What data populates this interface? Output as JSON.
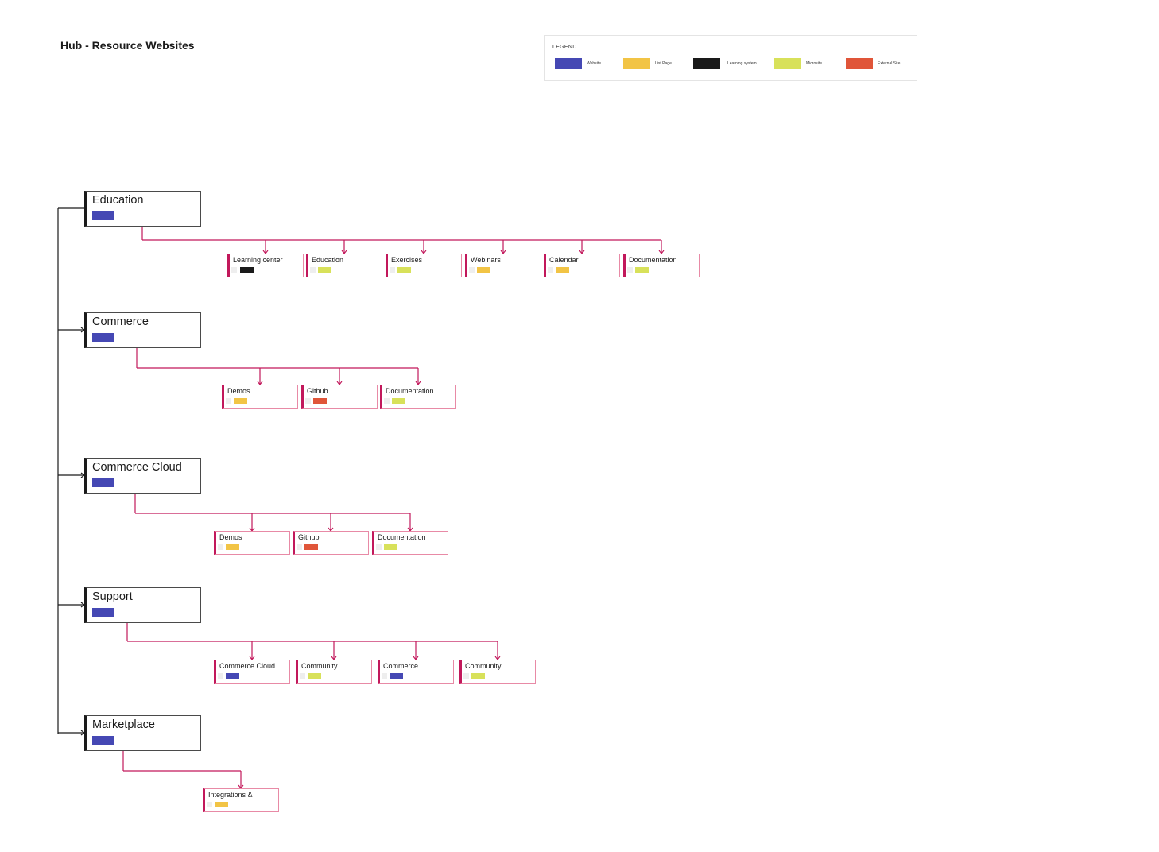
{
  "title": "Hub - Resource Websites",
  "legend": {
    "title": "LEGEND",
    "items": [
      {
        "label": "Website",
        "color": "#4548b4"
      },
      {
        "label": "List Page",
        "color": "#f2c445"
      },
      {
        "label": "Learning system",
        "color": "#1a1a1a"
      },
      {
        "label": "Microsite",
        "color": "#d8e15a"
      },
      {
        "label": "External Site",
        "color": "#e05539"
      }
    ]
  },
  "categories": [
    {
      "label": "Education",
      "color": "#4548b4",
      "children": [
        {
          "label": "Learning center",
          "color": "#1a1a1a"
        },
        {
          "label": "Education",
          "color": "#d8e15a"
        },
        {
          "label": "Exercises",
          "color": "#d8e15a"
        },
        {
          "label": "Webinars",
          "color": "#f2c445"
        },
        {
          "label": "Calendar",
          "color": "#f2c445"
        },
        {
          "label": "Documentation",
          "color": "#d8e15a"
        }
      ]
    },
    {
      "label": "Commerce",
      "color": "#4548b4",
      "children": [
        {
          "label": "Demos",
          "color": "#f2c445"
        },
        {
          "label": "Github",
          "color": "#e05539"
        },
        {
          "label": "Documentation",
          "color": "#d8e15a"
        }
      ]
    },
    {
      "label": "Commerce Cloud",
      "color": "#4548b4",
      "children": [
        {
          "label": "Demos",
          "color": "#f2c445"
        },
        {
          "label": "Github",
          "color": "#e05539"
        },
        {
          "label": "Documentation",
          "color": "#d8e15a"
        }
      ]
    },
    {
      "label": "Support",
      "color": "#4548b4",
      "children": [
        {
          "label": "Commerce Cloud",
          "color": "#4548b4"
        },
        {
          "label": "Community",
          "color": "#d8e15a"
        },
        {
          "label": "Commerce",
          "color": "#4548b4"
        },
        {
          "label": "Community",
          "color": "#d8e15a"
        }
      ]
    },
    {
      "label": "Marketplace",
      "color": "#4548b4",
      "children": [
        {
          "label": "Integrations &",
          "color": "#f2c445"
        }
      ]
    }
  ]
}
